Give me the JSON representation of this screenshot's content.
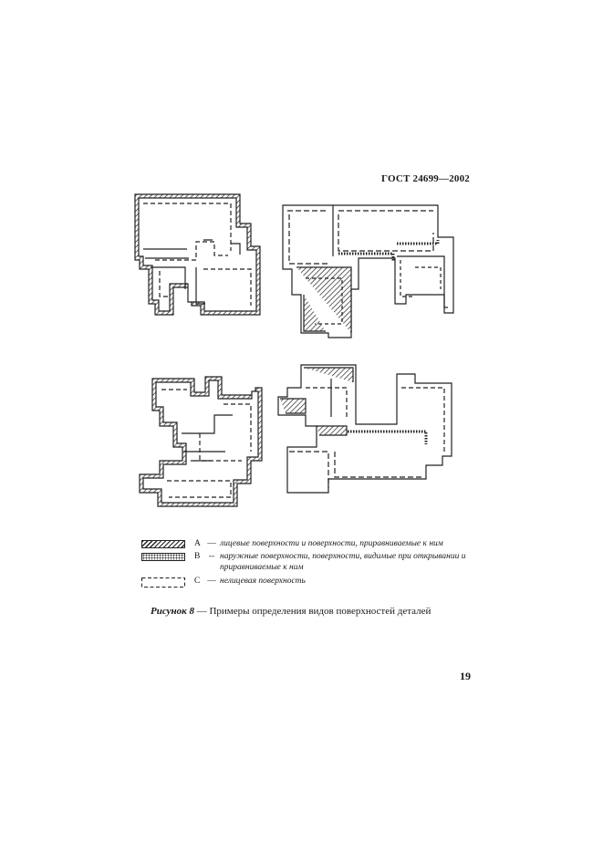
{
  "header": {
    "standard_code": "ГОСТ 24699—2002"
  },
  "legend": {
    "items": [
      {
        "letter": "А",
        "dash": "—",
        "text": "лицевые поверхности и поверхности, приравниваемые к ним",
        "icon": "hatched-swatch"
      },
      {
        "letter": "В",
        "dash": "--",
        "text": "наружные поверхности, поверхности, видимые при открывании и приравниваемые к ним",
        "icon": "dotted-swatch"
      },
      {
        "letter": "С",
        "dash": "—",
        "text": "нелицевая поверхность",
        "icon": "dashed-swatch"
      }
    ]
  },
  "caption": {
    "label": "Рисунок 8",
    "separator": " — ",
    "text": "Примеры определения видов поверхностей деталей"
  },
  "page": {
    "number": "19"
  }
}
